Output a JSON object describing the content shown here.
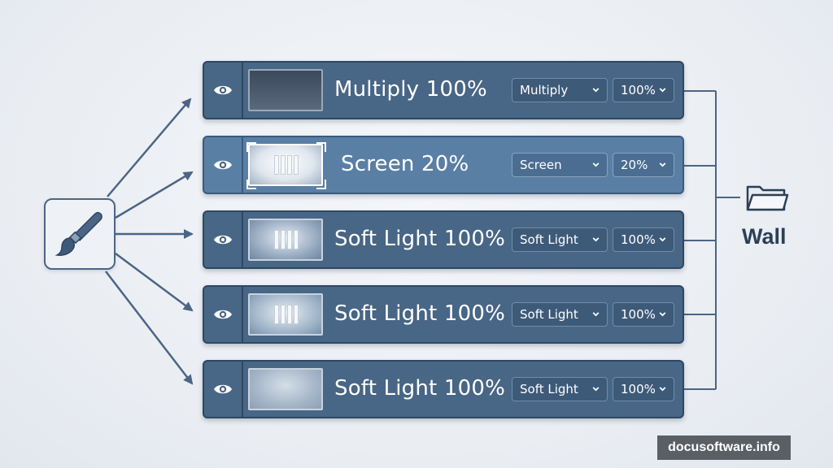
{
  "layers": [
    {
      "label": "Multiply 100%",
      "mode": "Multiply",
      "opacity": "100%",
      "icon": "eye-icon",
      "selected": false
    },
    {
      "label": "Screen 20%",
      "mode": "Screen",
      "opacity": "20%",
      "icon": "eye-icon",
      "selected": true
    },
    {
      "label": "Soft Light 100%",
      "mode": "Soft Light",
      "opacity": "100%",
      "icon": "eye-icon",
      "selected": false
    },
    {
      "label": "Soft Light 100%",
      "mode": "Soft Light",
      "opacity": "100%",
      "icon": "eye-icon",
      "selected": false
    },
    {
      "label": "Soft Light 100%",
      "mode": "Soft Light",
      "opacity": "100%",
      "icon": "eye-icon",
      "selected": false
    }
  ],
  "source": {
    "icon": "paintbrush-icon"
  },
  "group": {
    "label": "Wall",
    "icon": "folder-icon"
  },
  "watermark": "docusoftware.info",
  "colors": {
    "layer": "#486685",
    "layer_selected": "#5a7fa5",
    "connector": "#4c6584",
    "label_dark": "#2c3f57"
  }
}
